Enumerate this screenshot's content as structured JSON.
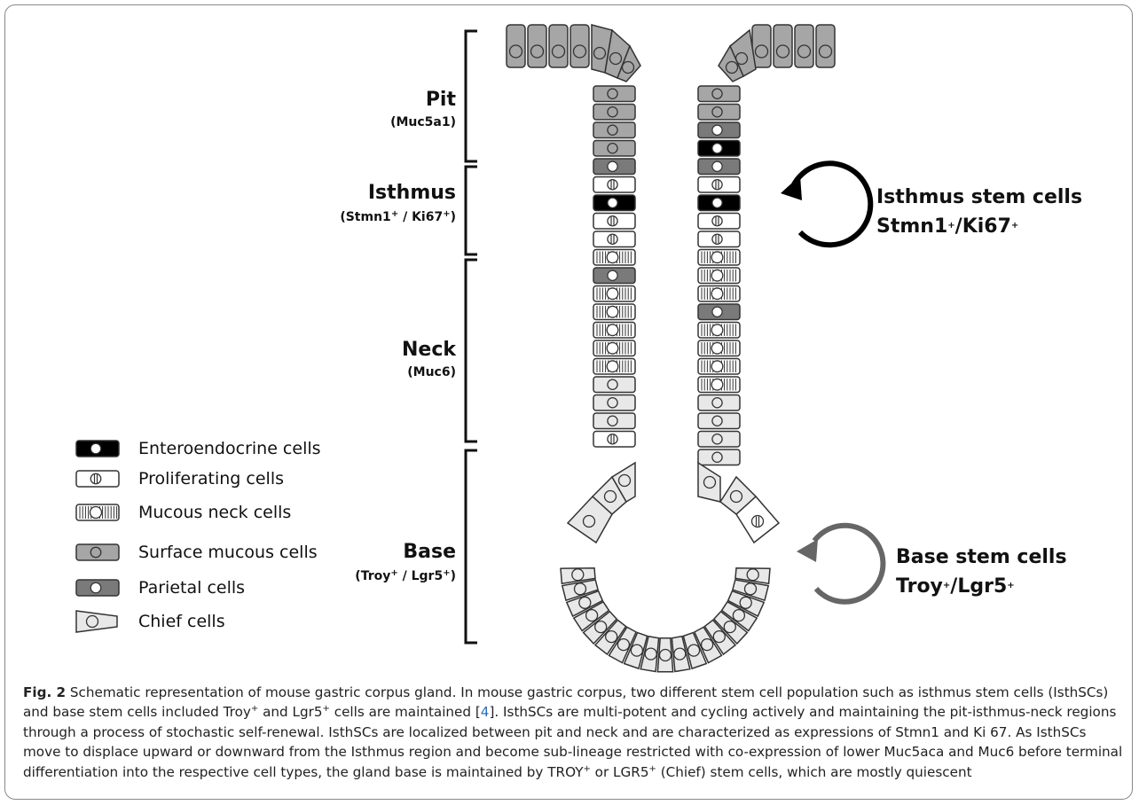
{
  "regions": {
    "pit": {
      "name": "Pit",
      "marker": "(Muc5a1)"
    },
    "isthmus": {
      "name": "Isthmus",
      "marker_a": "(Stmn1",
      "marker_b": " / Ki67",
      "marker_c": ")"
    },
    "neck": {
      "name": "Neck",
      "marker": "(Muc6)"
    },
    "base": {
      "name": "Base",
      "marker_a": "(Troy",
      "marker_b": " / Lgr5",
      "marker_c": ")"
    }
  },
  "stem_labels": {
    "isthmus": {
      "line1": "Isthmus stem cells",
      "line2_a": "Stmn1",
      "line2_b": "/Ki67"
    },
    "base": {
      "line1": "Base stem cells",
      "line2_a": "Troy",
      "line2_b": "/Lgr5"
    }
  },
  "sup_plus": "+",
  "legend": [
    {
      "type": "enteroendocrine",
      "label": "Enteroendocrine cells"
    },
    {
      "type": "proliferating",
      "label": "Proliferating cells"
    },
    {
      "type": "mucous_neck",
      "label": "Mucous neck cells"
    },
    {
      "type": "surface_mucous",
      "label": "Surface mucous cells"
    },
    {
      "type": "parietal",
      "label": "Parietal cells"
    },
    {
      "type": "chief",
      "label": "Chief cells"
    }
  ],
  "colors": {
    "surface_mucous": "#a6a6a6",
    "parietal": "#7a7a7a",
    "enteroendocrine": "#000000",
    "proliferating": "#ffffff",
    "mucous_neck": "#ffffff",
    "chief": "#e8e8e8",
    "outline": "#333333",
    "caption_link": "#2a6ebb"
  },
  "gland": {
    "left_column": [
      "surface_mucous",
      "surface_mucous",
      "surface_mucous",
      "surface_mucous",
      "parietal",
      "proliferating",
      "enteroendocrine",
      "proliferating",
      "proliferating",
      "mucous_neck",
      "parietal",
      "mucous_neck",
      "mucous_neck",
      "mucous_neck",
      "mucous_neck",
      "mucous_neck",
      "chief",
      "chief",
      "chief",
      "proliferating"
    ],
    "right_column": [
      "surface_mucous",
      "surface_mucous",
      "parietal",
      "enteroendocrine",
      "parietal",
      "proliferating",
      "enteroendocrine",
      "proliferating",
      "proliferating",
      "mucous_neck",
      "mucous_neck",
      "mucous_neck",
      "parietal",
      "mucous_neck",
      "mucous_neck",
      "mucous_neck",
      "mucous_neck",
      "chief",
      "chief",
      "chief",
      "chief"
    ],
    "right_base_special": "proliferating"
  },
  "caption": {
    "fig": "Fig. 2",
    "seg1": "  Schematic representation of mouse gastric corpus gland. In mouse gastric corpus, two different stem cell population such as isthmus stem cells (IsthSCs) and base stem cells included Troy",
    "seg2": " and Lgr5",
    "seg3": " cells are maintained [",
    "ref": "4",
    "seg4": "]. IsthSCs are multi-potent and cycling actively and maintaining the pit-isthmus-neck regions through a process of stochastic self-renewal. IsthSCs are localized between pit and neck and are characterized as expressions of Stmn1 and Ki 67. As IsthSCs move to displace upward or downward from the Isthmus region and become sub-lineage restricted with co-expression of lower Muc5aca and Muc6 before terminal differentiation into the respective cell types, the gland base is maintained by TROY",
    "seg5": " or LGR5",
    "seg6": " (Chief) stem cells, which are mostly quiescent"
  }
}
